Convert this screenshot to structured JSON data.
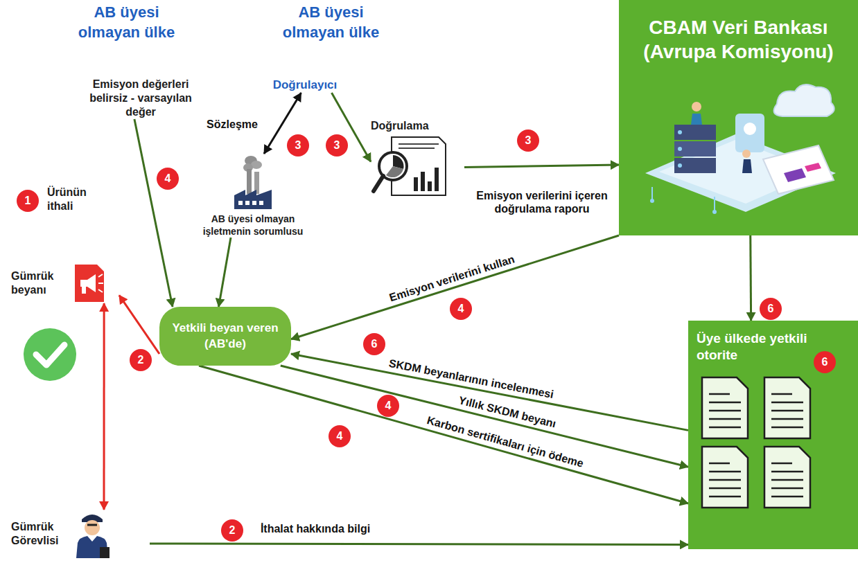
{
  "diagram": {
    "nodes": [
      {
        "text": [
          "Emisyon değerleri belirsiz - varsayılan değer"
        ]
      },
      {
        "text": [
          "Doğrulayıcı"
        ]
      },
      {
        "text": [
          "CBAM Veri Bankası (Avrupa Komisyonu)"
        ]
      },
      {
        "text": [
          "Doğrulama"
        ]
      },
      {
        "text": [
          "AB üyesi olmayan işletmenin sorumlusu"
        ]
      },
      {
        "text": [
          "Gümrük beyanı"
        ]
      },
      {
        "text": [
          "Yetkili beyan veren (AB'de)"
        ]
      },
      {
        "text": [
          "Üye ülkede yetkili otorite"
        ]
      },
      {
        "text": [
          "Gümrük Görevlisi"
        ]
      }
    ],
    "edges": [
      {
        "from": 0,
        "to": 6,
        "arrow": "to"
      },
      {
        "from": 1,
        "to": 4,
        "label": "Sözleşme",
        "arrow": "both"
      },
      {
        "from": 1,
        "to": 3,
        "arrow": "to"
      },
      {
        "from": 3,
        "to": 2,
        "label": "Emisyon verilerini içeren doğrulama raporu",
        "arrow": "to"
      },
      {
        "from": 2,
        "to": 6,
        "label": "Emisyon verilerini kullan",
        "arrow": "to"
      },
      {
        "from": 4,
        "to": 6,
        "arrow": "to"
      },
      {
        "from": 6,
        "to": 5,
        "arrow": "to"
      },
      {
        "from": 5,
        "to": 8,
        "arrow": "both"
      },
      {
        "from": 8,
        "to": 7,
        "label": "İthalat hakkında bilgi",
        "arrow": "to"
      },
      {
        "from": 2,
        "to": 7,
        "arrow": "to"
      },
      {
        "from": 7,
        "to": 6,
        "label": "SKDM beyanlarının incelenmesi",
        "arrow": "to"
      },
      {
        "from": 6,
        "to": 7,
        "label": "Yıllık SKDM beyanı",
        "arrow": "to"
      },
      {
        "from": 6,
        "to": 7,
        "label": "Karbon sertifikaları için ödeme",
        "arrow": "to"
      }
    ],
    "labels": [
      "AB üyesi olmayan ülke",
      "AB üyesi olmayan ülke",
      "Ürünün ithali",
      "1",
      "4",
      "3",
      "3",
      "3",
      "2",
      "4",
      "6",
      "6",
      "4",
      "4",
      "6",
      "2"
    ]
  }
}
